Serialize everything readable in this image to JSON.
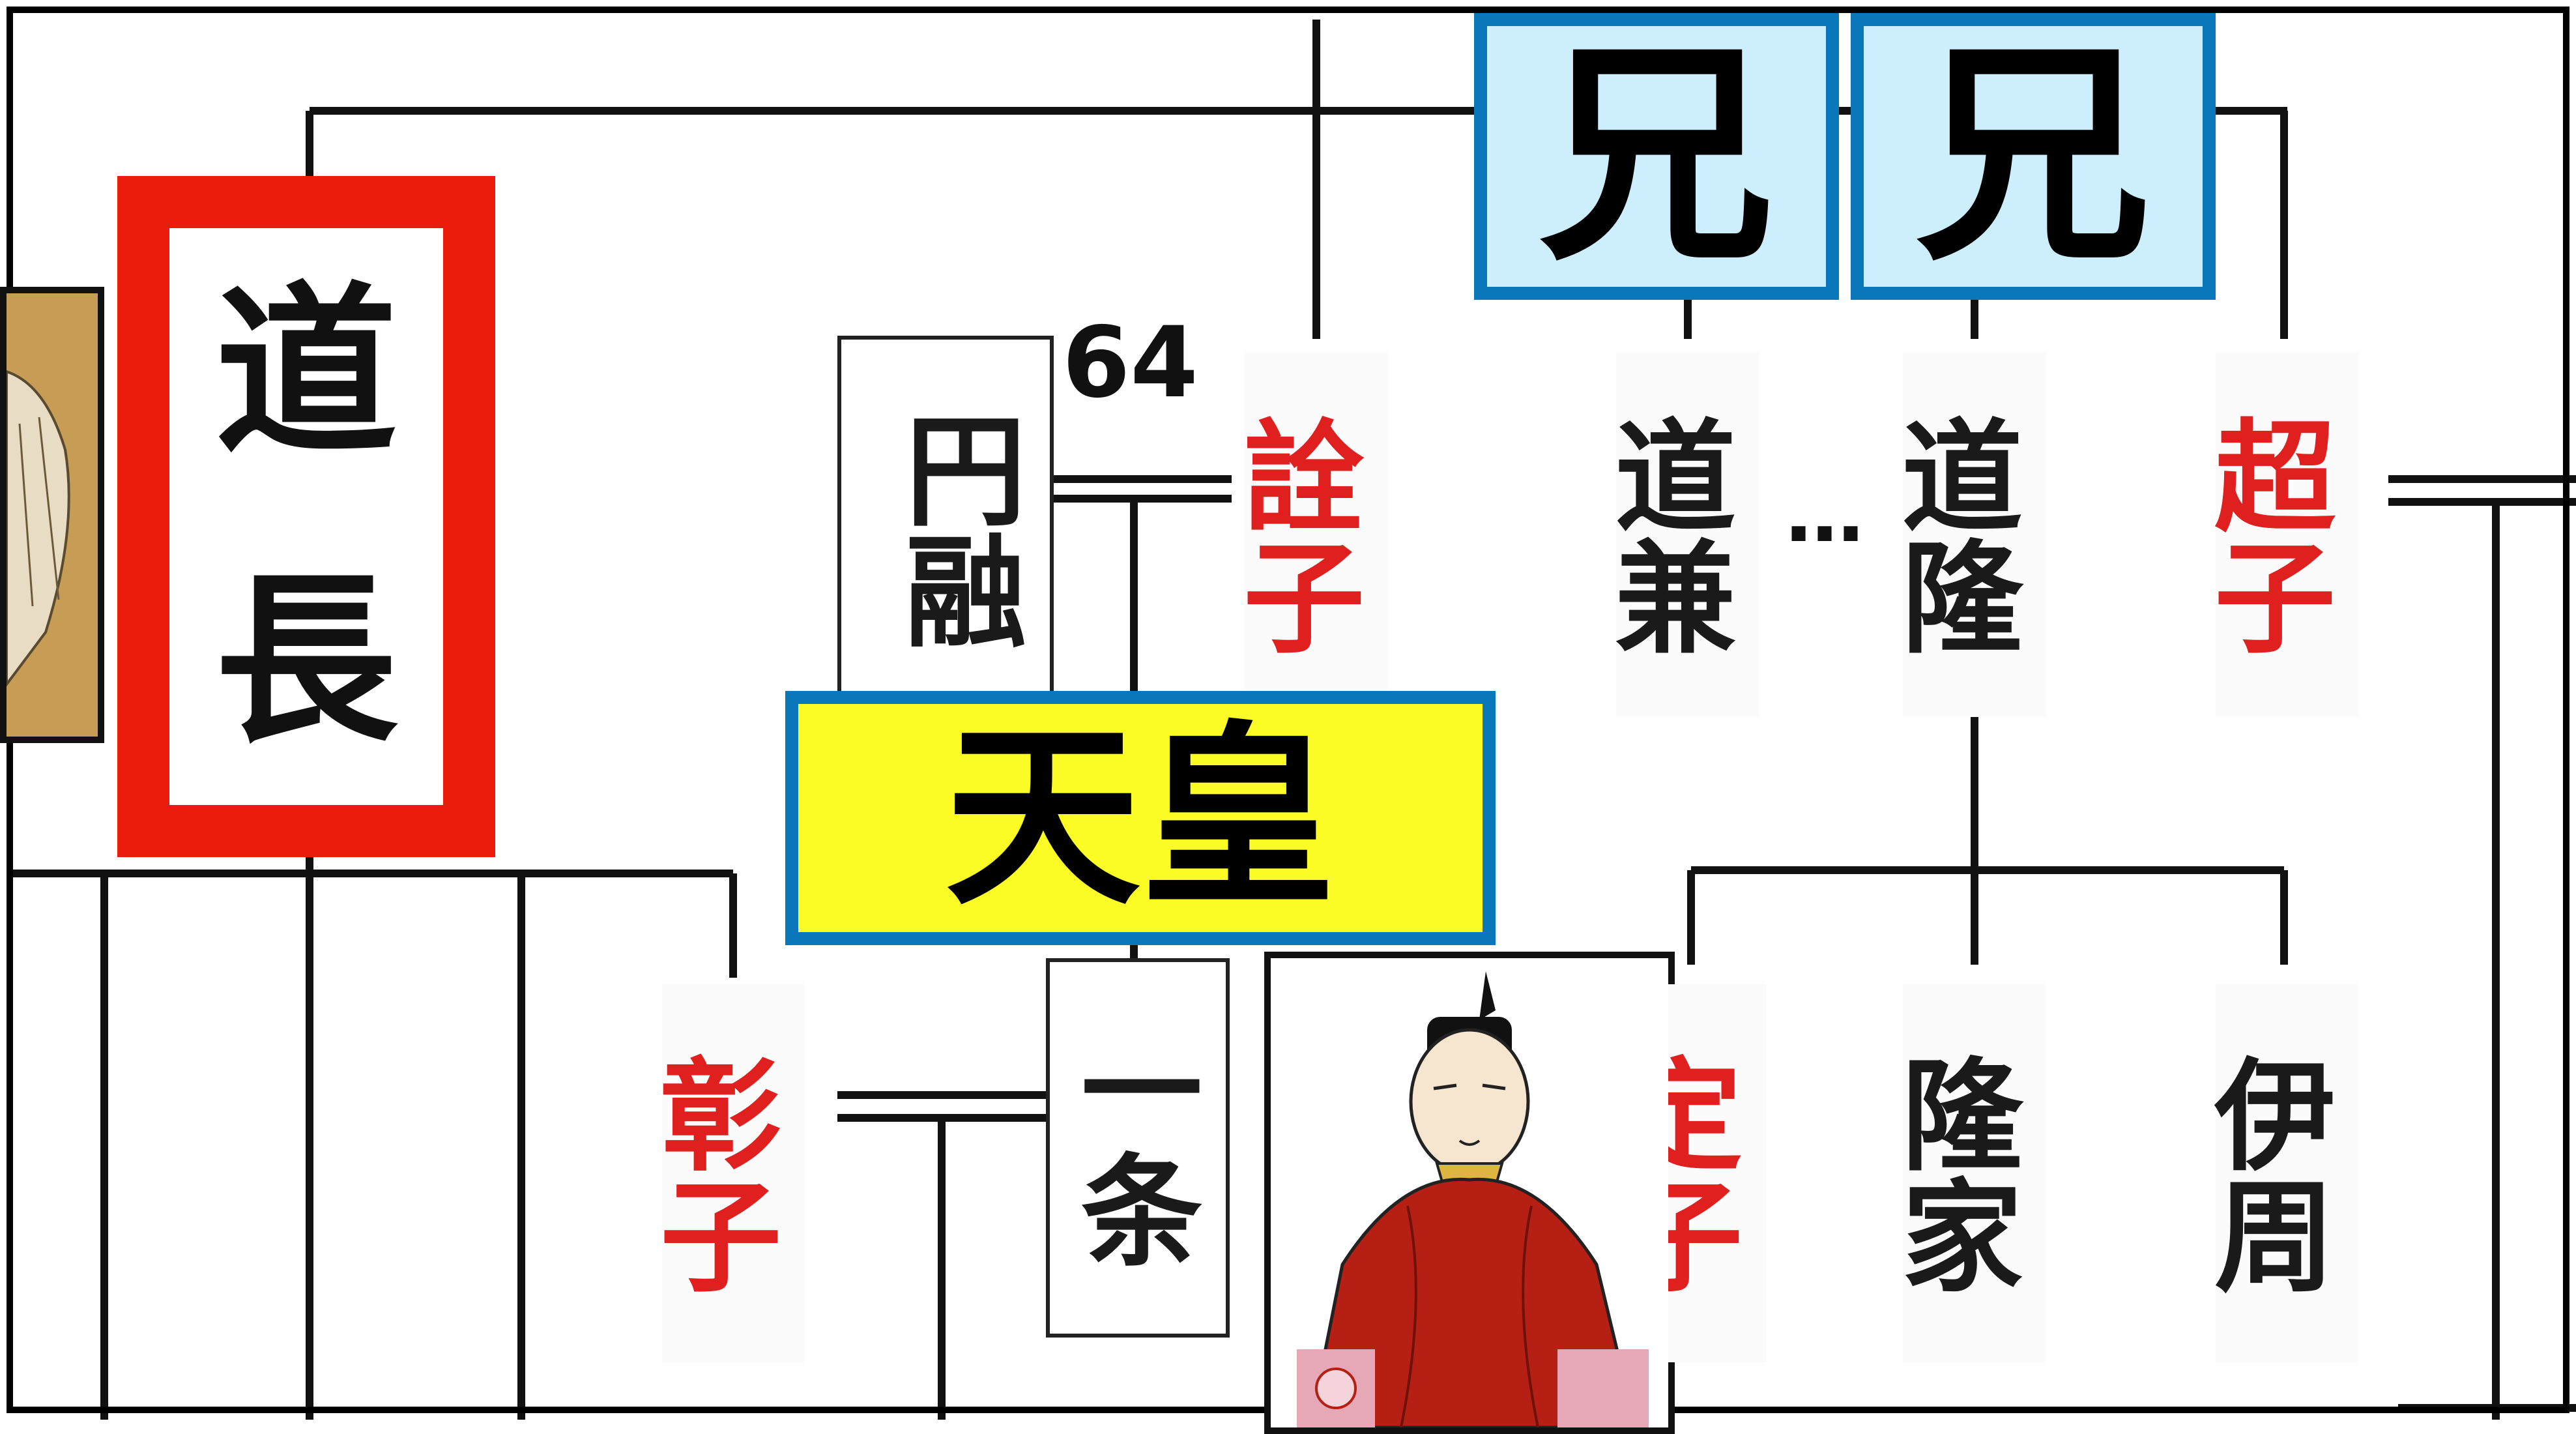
{
  "labels": {
    "michinaga": [
      "道",
      "長"
    ],
    "ani_1": "兄",
    "ani_2": "兄",
    "tenno": "天皇",
    "emperor_number": "64",
    "dots": "…"
  },
  "people": {
    "enyu": "円融",
    "senshi": "詮子",
    "michikane": "道兼",
    "michitaka": "道隆",
    "choshi": "超子",
    "shoshi": "彰子",
    "ichijo": "一条",
    "teishi": "定子",
    "takaie": "隆家",
    "korechika": "伊周"
  },
  "colors": {
    "highlight_red": "#ec1c0d",
    "sibling_box_fill": "#cdeefc",
    "sibling_box_border": "#0a77bb",
    "emperor_box_fill": "#fbfb25",
    "female_name": "#e01f1f",
    "male_name": "#1a1a1a"
  }
}
